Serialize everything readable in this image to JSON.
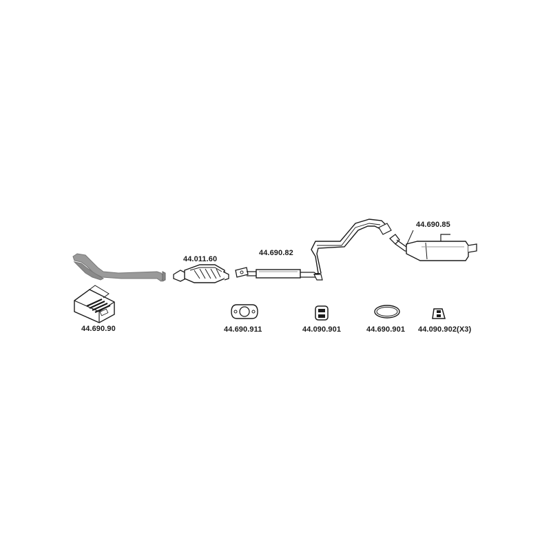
{
  "parts": {
    "downpipe": {
      "label": ""
    },
    "fitting_kit": {
      "label": "44.690.90"
    },
    "catalytic_converter": {
      "label": "44.011.60"
    },
    "middle_silencer": {
      "label": "44.690.82"
    },
    "rear_silencer": {
      "label": "44.690.85"
    },
    "flange_gasket": {
      "label": "44.690.911"
    },
    "rubber_mount_a": {
      "label": "44.090.901"
    },
    "sealing_ring": {
      "label": "44.690.901"
    },
    "rubber_mount_b": {
      "label": "44.090.902(X3)"
    }
  },
  "colors": {
    "line": "#1a1a1a",
    "downpipe_fill": "#9a9a9a",
    "part_fill": "#ffffff",
    "shade": "#d8d8d8"
  }
}
